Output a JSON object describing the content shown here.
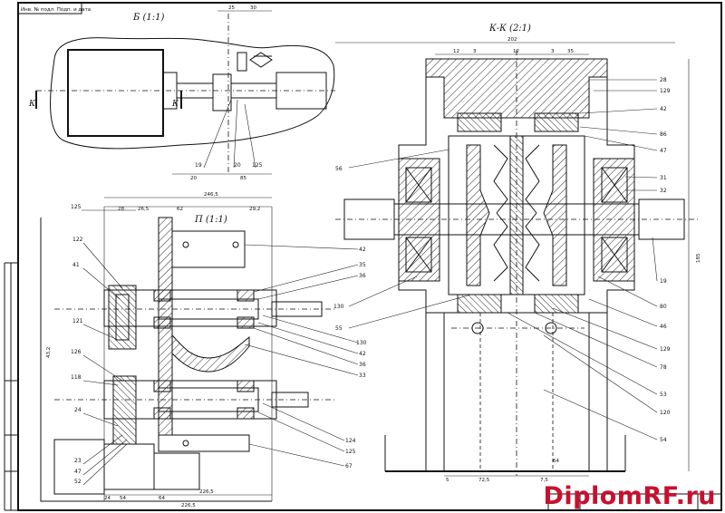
{
  "stamp_top_left": "Инв. № подл.  Подп. и дата",
  "view_b": {
    "title": "Б (1:1)",
    "dims": [
      "25",
      "20",
      "30",
      "85"
    ],
    "callouts": [
      "19",
      "20",
      "125"
    ],
    "section_mark": "К"
  },
  "view_kk": {
    "title": "К-К (2:1)",
    "overall": "202",
    "top_dims": [
      "12",
      "3",
      "12",
      "3",
      "35"
    ],
    "side_dim": "185",
    "callouts_right": [
      "28",
      "129",
      "42",
      "86",
      "47",
      "31",
      "32",
      "19",
      "80",
      "46",
      "129",
      "78",
      "53",
      "120",
      "54"
    ],
    "callouts_left": [
      "56",
      "130",
      "55"
    ],
    "bottom_dims": [
      "5",
      "72,5",
      "7,5",
      "64"
    ]
  },
  "view_p": {
    "title": "П (1:1)",
    "top_dims": [
      "246,5",
      "28",
      "26,5",
      "62",
      "29,2"
    ],
    "callouts_left": [
      "125",
      "122",
      "41",
      "121",
      "126",
      "118",
      "24",
      "23",
      "47",
      "52"
    ],
    "callouts_right": [
      "42",
      "35",
      "36",
      "130",
      "42",
      "36",
      "33",
      "124",
      "125",
      "67"
    ],
    "bottom_dims": [
      "54",
      "64",
      "226,5",
      "226,5",
      "24",
      "43,2"
    ]
  },
  "watermark": {
    "main": "Diplom",
    "accent": "RF",
    "suffix": ".ru"
  },
  "colors": {
    "ink": "#111111",
    "paper": "#ffffff",
    "watermark": "#c8102e"
  }
}
